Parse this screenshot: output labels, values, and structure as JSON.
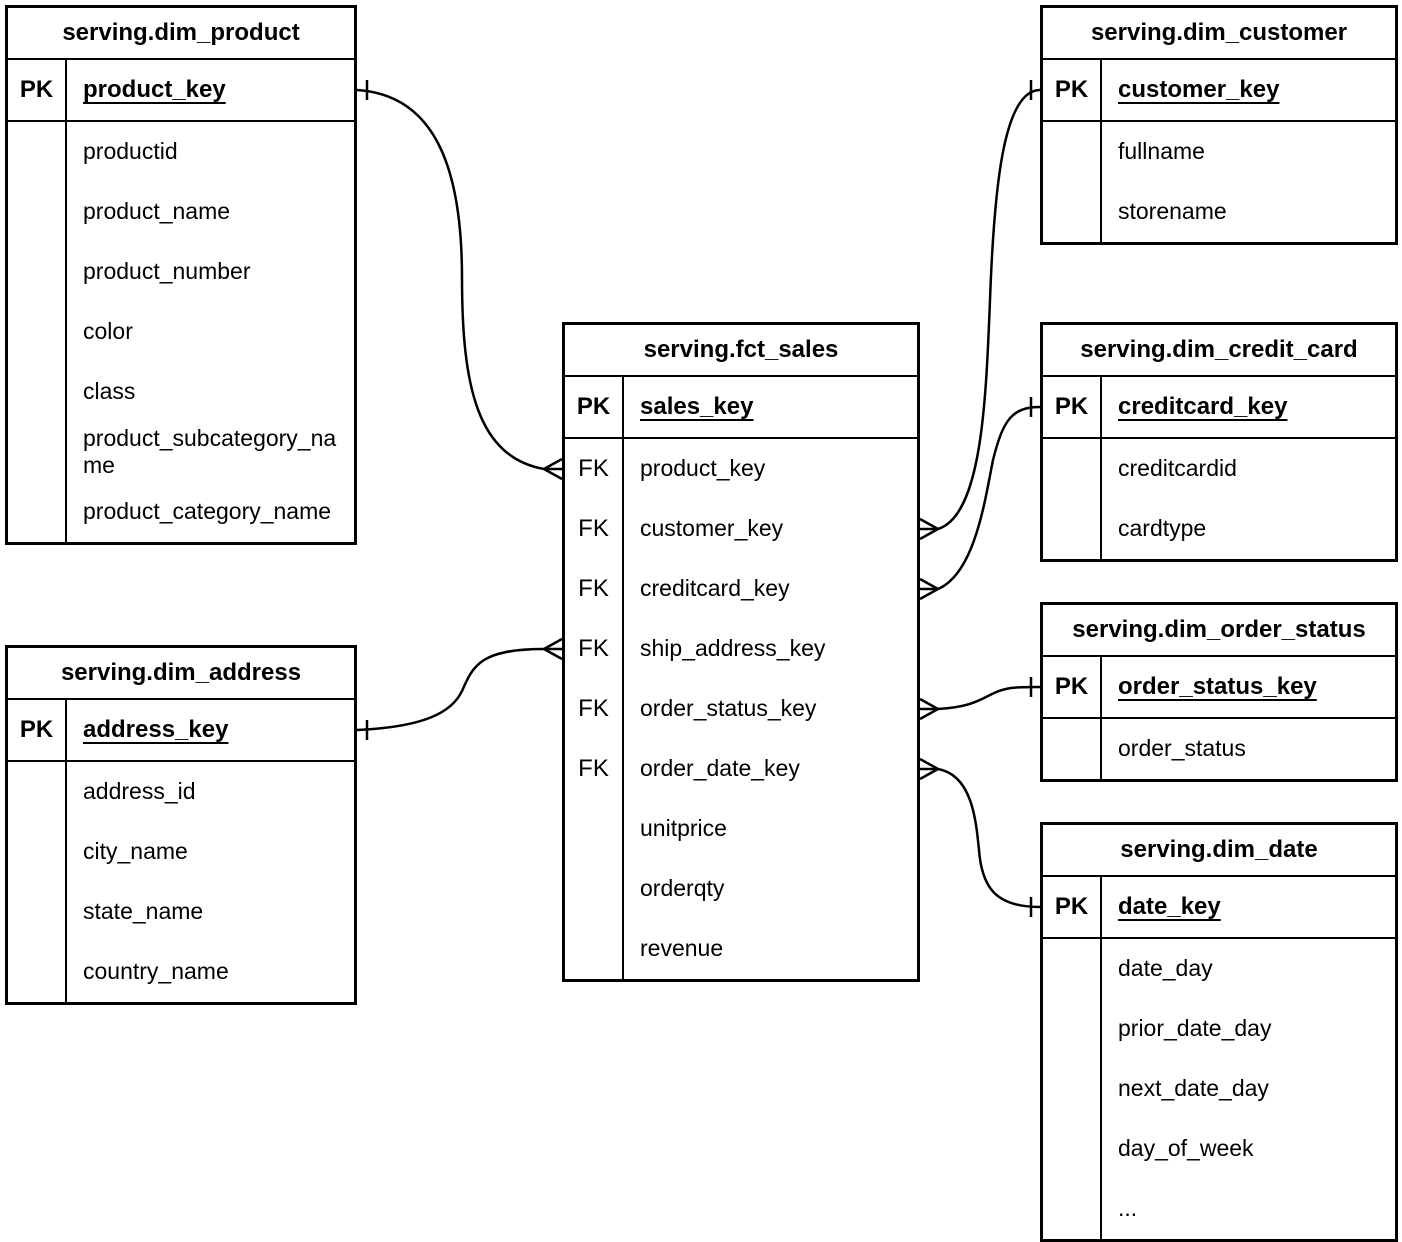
{
  "diagram_type": "entity-relationship",
  "labels": {
    "pk": "PK",
    "fk": "FK"
  },
  "tables": [
    {
      "title": "serving.dim_product",
      "pk": "product_key",
      "fields": [
        "productid",
        "product_name",
        "product_number",
        "color",
        "class",
        "product_subcategory_name",
        "product_category_name"
      ]
    },
    {
      "title": "serving.dim_customer",
      "pk": "customer_key",
      "fields": [
        "fullname",
        "storename"
      ]
    },
    {
      "title": "serving.fct_sales",
      "pk": "sales_key",
      "fk_fields": [
        "product_key",
        "customer_key",
        "creditcard_key",
        "ship_address_key",
        "order_status_key",
        "order_date_key"
      ],
      "fields": [
        "unitprice",
        "orderqty",
        "revenue"
      ]
    },
    {
      "title": "serving.dim_credit_card",
      "pk": "creditcard_key",
      "fields": [
        "creditcardid",
        "cardtype"
      ]
    },
    {
      "title": "serving.dim_order_status",
      "pk": "order_status_key",
      "fields": [
        "order_status"
      ]
    },
    {
      "title": "serving.dim_date",
      "pk": "date_key",
      "fields": [
        "date_day",
        "prior_date_day",
        "next_date_day",
        "day_of_week",
        "..."
      ]
    },
    {
      "title": "serving.dim_address",
      "pk": "address_key",
      "fields": [
        "address_id",
        "city_name",
        "state_name",
        "country_name"
      ]
    }
  ],
  "relationships": [
    {
      "many": "serving.fct_sales.product_key",
      "one": "serving.dim_product.product_key",
      "cardinality": "many-to-one"
    },
    {
      "many": "serving.fct_sales.customer_key",
      "one": "serving.dim_customer.customer_key",
      "cardinality": "many-to-one"
    },
    {
      "many": "serving.fct_sales.creditcard_key",
      "one": "serving.dim_credit_card.creditcard_key",
      "cardinality": "many-to-one"
    },
    {
      "many": "serving.fct_sales.ship_address_key",
      "one": "serving.dim_address.address_key",
      "cardinality": "many-to-one"
    },
    {
      "many": "serving.fct_sales.order_status_key",
      "one": "serving.dim_order_status.order_status_key",
      "cardinality": "many-to-one"
    },
    {
      "many": "serving.fct_sales.order_date_key",
      "one": "serving.dim_date.date_key",
      "cardinality": "many-to-one"
    }
  ],
  "colors": {
    "line": "#000000",
    "background": "#ffffff",
    "text": "#000000"
  }
}
